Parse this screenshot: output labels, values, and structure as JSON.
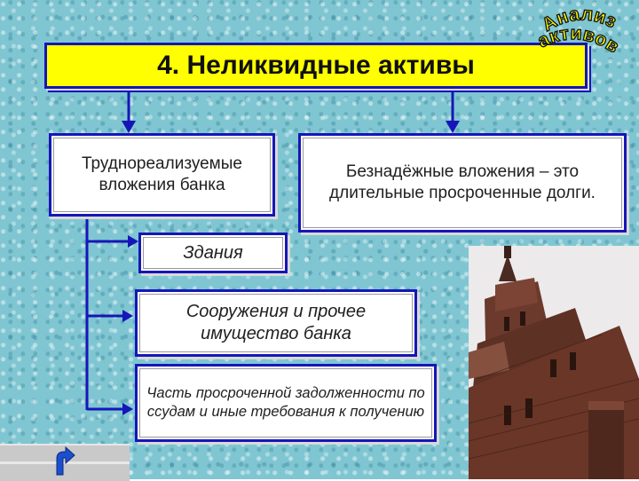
{
  "slide": {
    "title": "4. Неликвидные активы",
    "stamp": {
      "line1": "Анализ",
      "line2": "активов"
    },
    "left_box": {
      "text": "Труднореализуемые вложения банка"
    },
    "right_box": {
      "text": "Безнадёжные вложения – это длительные просроченные долги."
    },
    "items": [
      {
        "text": "Здания"
      },
      {
        "text": "Сооружения и прочее имущество банка"
      },
      {
        "text": "Часть просроченной задолженности по ссудам и иные требования к получению"
      }
    ],
    "photo": {
      "subject": "brick-tower"
    },
    "nav": {
      "icon": "return-arrow-icon"
    }
  },
  "colors": {
    "frame_blue": "#1616b8",
    "title_fill": "#ffff00",
    "background": "#7fc6d2",
    "card_fill": "#ffffff"
  }
}
